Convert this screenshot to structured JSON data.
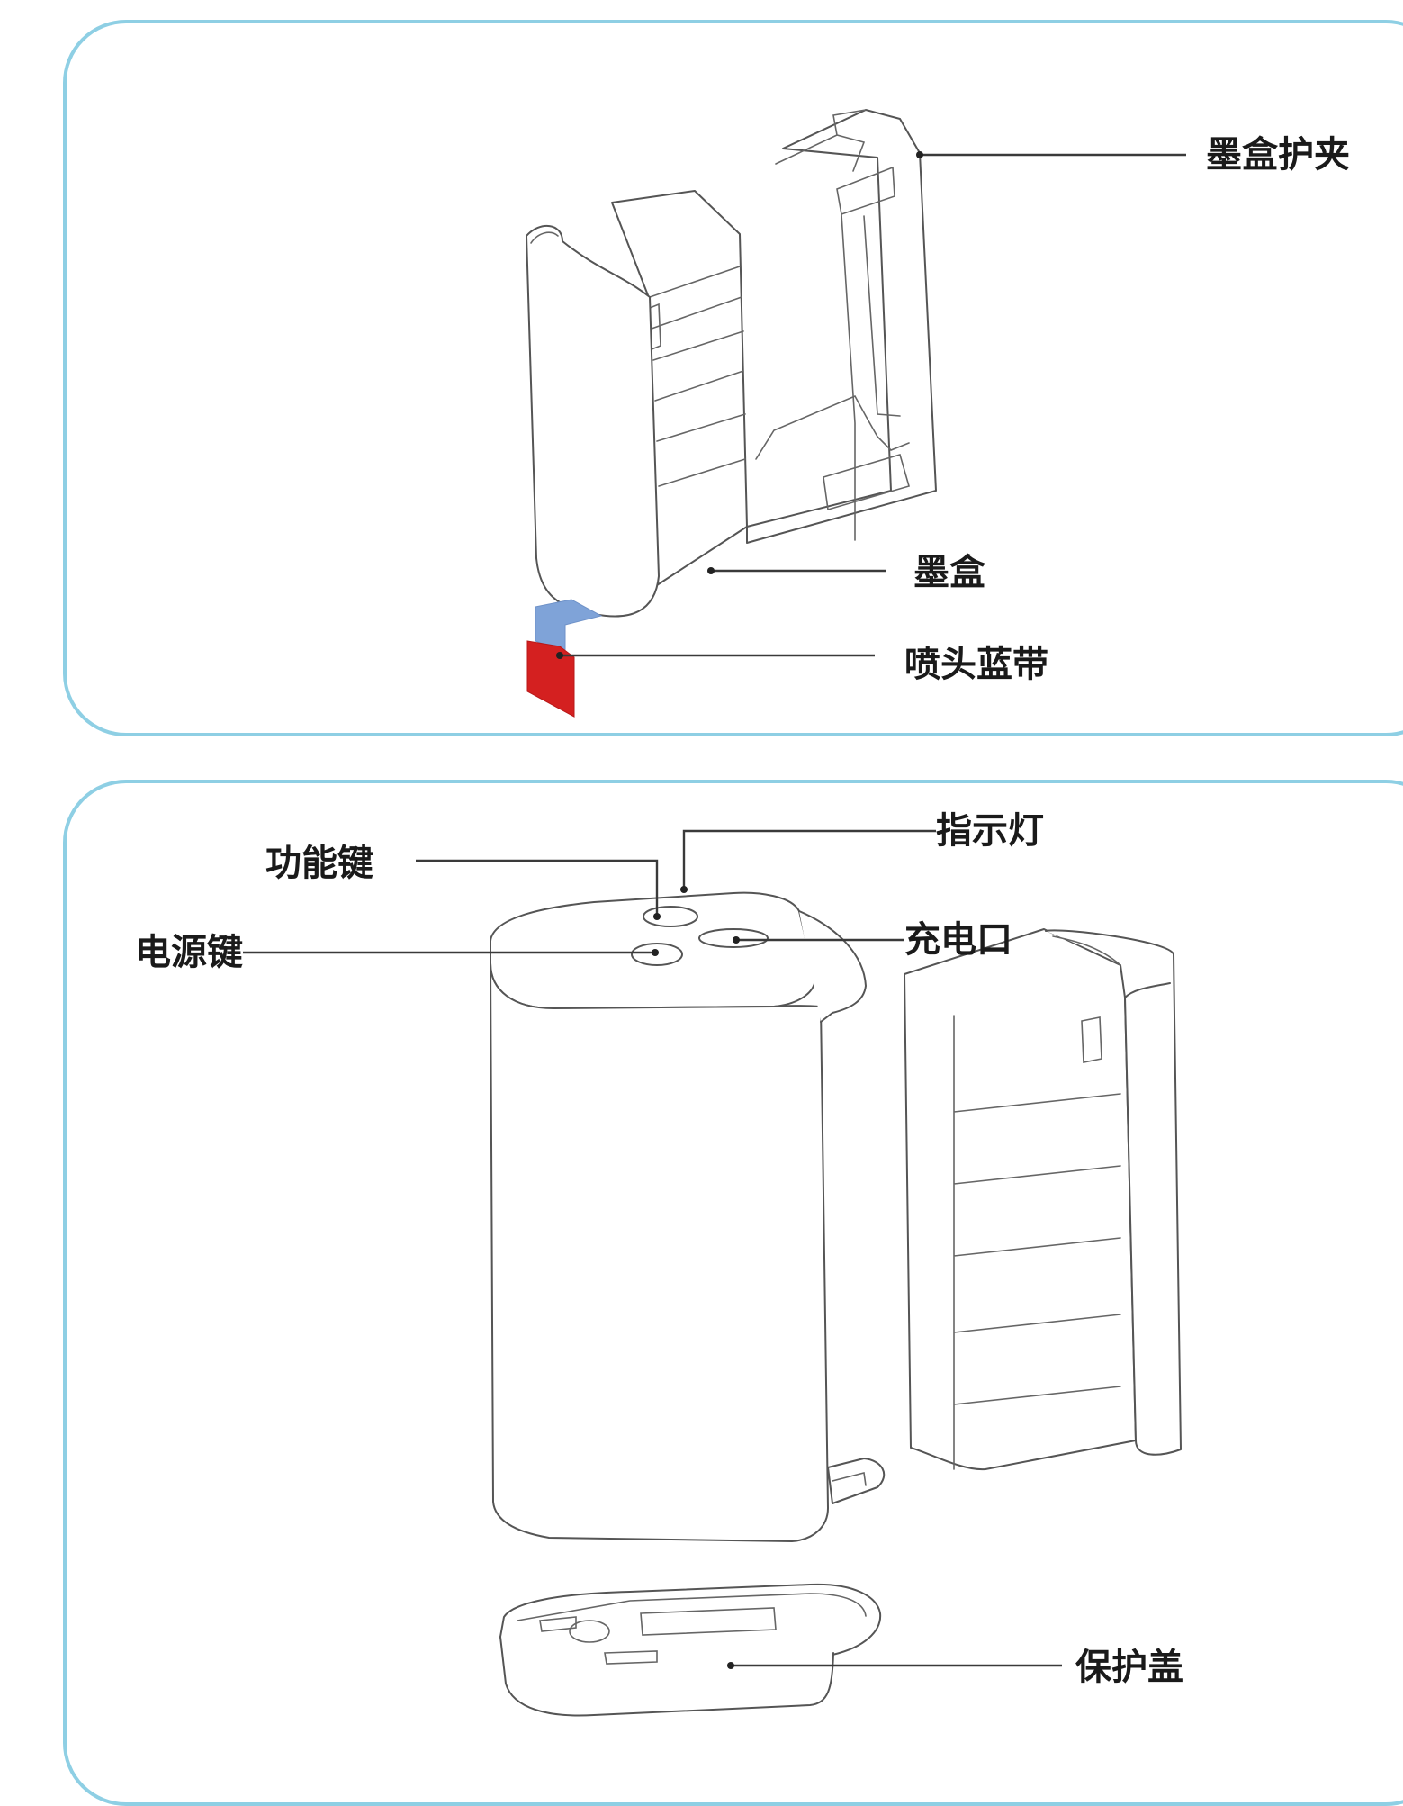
{
  "labels": {
    "ink_clip": "墨盒护夹",
    "ink_cartridge": "墨盒",
    "nozzle_tape": "喷头蓝带",
    "function_key": "功能键",
    "indicator": "指示灯",
    "power_key": "电源键",
    "charge_port": "充电口",
    "protective_cover": "保护盖"
  },
  "colors": {
    "panel_border": "#8ecfe4",
    "tape_blue": "#7fa3d8",
    "tape_red": "#d42020"
  }
}
